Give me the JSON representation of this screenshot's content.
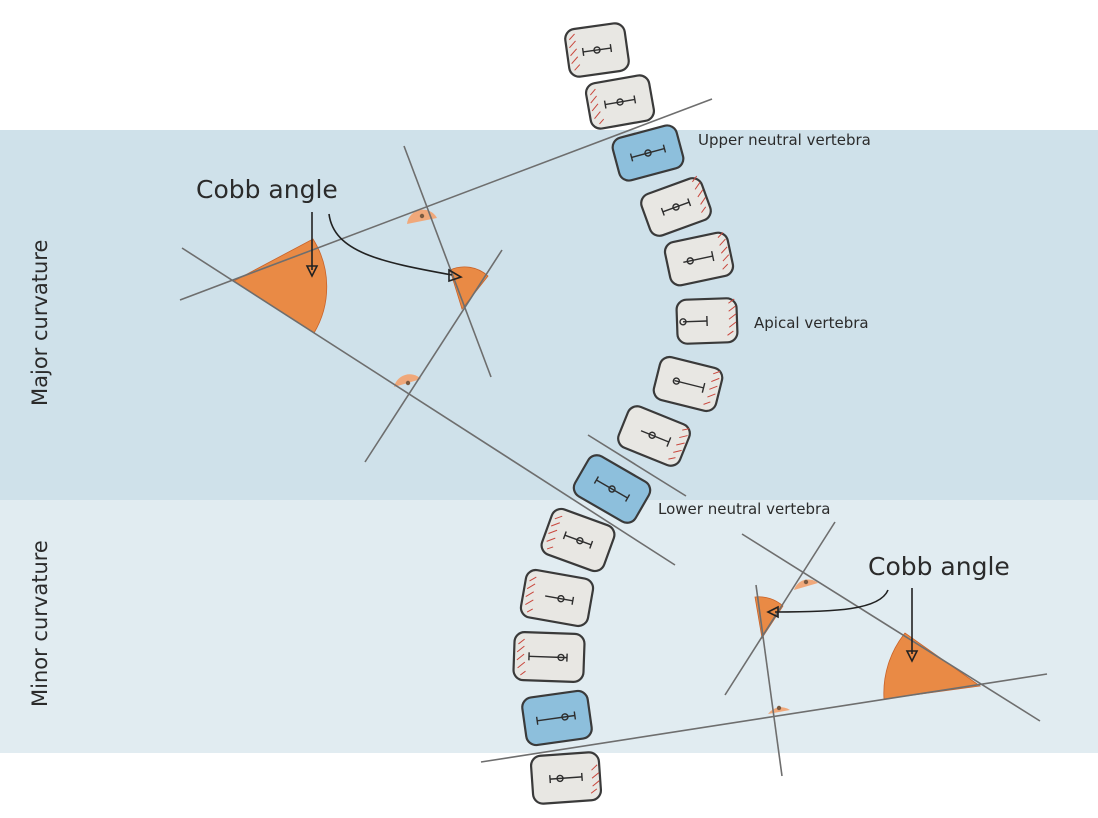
{
  "regions": {
    "major": {
      "label": "Major curvature",
      "color": "#cfe1ea"
    },
    "minor": {
      "label": "Minor curvature",
      "color": "#e1ecf1"
    }
  },
  "vertebra_labels": {
    "upper_neutral": "Upper neutral vertebra",
    "apical": "Apical vertebra",
    "lower_neutral": "Lower neutral vertebra"
  },
  "cobb_angle_labels": {
    "upper": "Cobb angle",
    "lower": "Cobb angle"
  },
  "colors": {
    "vertebra_fill": "#e8e7e3",
    "neutral_vertebra_fill": "#8dbfdc",
    "angle_fill": "#e98a45",
    "line": "#6e6e6e",
    "hatch": "#c9473d"
  }
}
